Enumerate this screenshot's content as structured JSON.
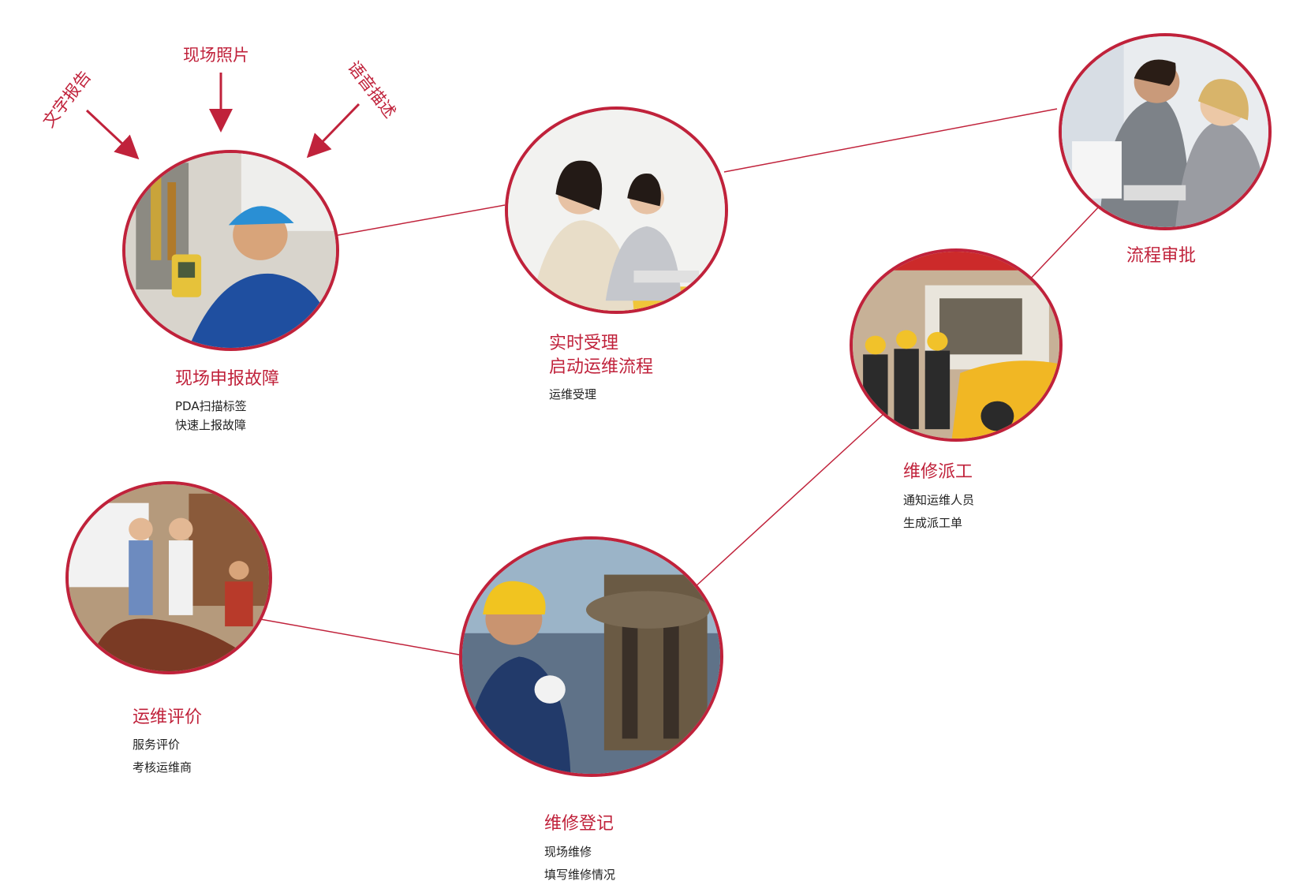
{
  "accent_color": "#c0223b",
  "inputs": {
    "text_report": "文字报告",
    "site_photo": "现场照片",
    "voice_desc": "语音描述"
  },
  "steps": [
    {
      "id": "report",
      "title": "现场申报故障",
      "lines": [
        "PDA扫描标签",
        "快速上报故障"
      ],
      "photo": "technician-with-meter"
    },
    {
      "id": "accept",
      "title": "实时受理",
      "title2": "启动运维流程",
      "lines": [
        "运维受理"
      ],
      "photo": "call-center-agents"
    },
    {
      "id": "approve",
      "title": "流程审批",
      "lines": [],
      "photo": "managers-at-computer"
    },
    {
      "id": "dispatch",
      "title": "维修派工",
      "lines": [
        "通知运维人员",
        "生成派工单"
      ],
      "photo": "repair-crew-with-truck"
    },
    {
      "id": "register",
      "title": "维修登记",
      "lines": [
        "现场维修",
        "填写维修情况"
      ],
      "photo": "worker-repairing-equipment"
    },
    {
      "id": "evaluate",
      "title": "运维评价",
      "lines": [
        "服务评价",
        "考核运维商"
      ],
      "photo": "meeting-handshake"
    }
  ]
}
